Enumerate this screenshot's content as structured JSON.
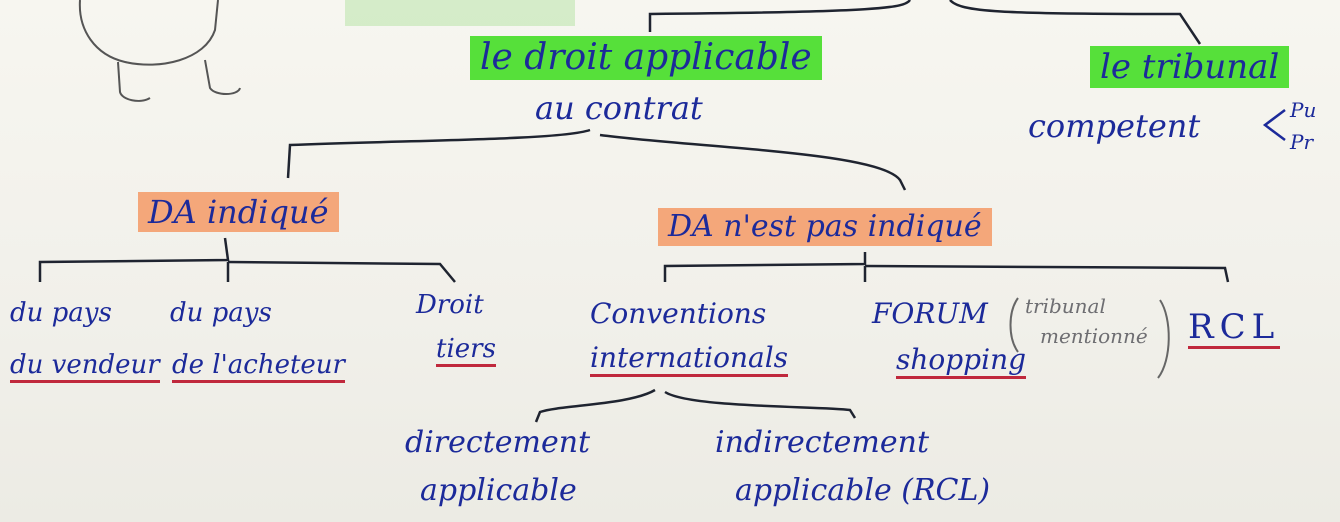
{
  "colors": {
    "ink": "#1c2a9a",
    "green_highlight": "#56e03a",
    "orange_highlight": "#f4a77a",
    "red_underline": "#c0283c",
    "pencil": "#6e6e72"
  },
  "nodes": {
    "droit_applicable": {
      "line1": "le droit applicable",
      "line2": "au contrat"
    },
    "tribunal": {
      "line1": "le tribunal",
      "line2": "competent",
      "brace_1": "Pu",
      "brace_2": "Pr"
    },
    "da_indique": "DA indiqué",
    "da_non_indique": "DA n'est pas indiqué",
    "pays_vendeur": {
      "line1": "du pays",
      "line2": "du vendeur"
    },
    "pays_acheteur": {
      "line1": "du pays",
      "line2": "de l'acheteur"
    },
    "droit_tiers": {
      "line1": "Droit",
      "line2": "tiers"
    },
    "conventions": {
      "line1": "Conventions",
      "line2": "internationals"
    },
    "forum": {
      "line1": "FORUM",
      "line2": "shopping"
    },
    "tribunal_mentionne": {
      "line1": "tribunal",
      "line2": "mentionné"
    },
    "rcl": "RCL",
    "directement": {
      "line1": "directement",
      "line2": "applicable"
    },
    "indirectement": {
      "line1": "indirectement",
      "line2": "applicable (RCL)"
    }
  }
}
